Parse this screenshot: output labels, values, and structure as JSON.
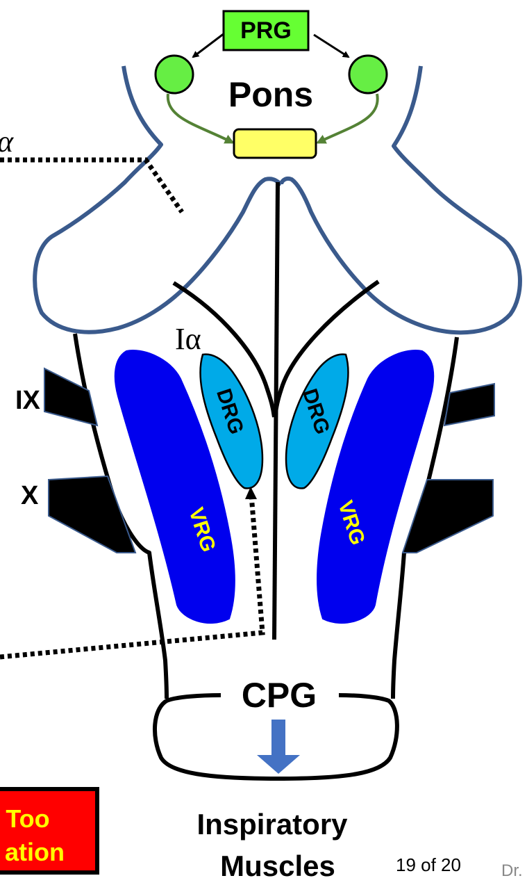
{
  "labels": {
    "prg": "PRG",
    "pons": "Pons",
    "alpha_top": "α",
    "i_alpha": "Iα",
    "nerve_ix": "IX",
    "nerve_x": "X",
    "drg_left": "DRG",
    "drg_right": "DRG",
    "vrg_left": "VRG",
    "vrg_right": "VRG",
    "cpg": "CPG",
    "inspiratory_line1": "Inspiratory",
    "inspiratory_line2": "Muscles"
  },
  "callout": {
    "line1": "Too",
    "line2": "ation"
  },
  "footer": {
    "page_counter": "19 of 20",
    "author": "Dr."
  },
  "colors": {
    "outline_blue": "#3A5A8C",
    "prg_green": "#66FF33",
    "pons_green": "#66EE44",
    "arrow_green": "#548235",
    "yellow_box": "#FFFF66",
    "drg_cyan": "#00AAE8",
    "vrg_blue": "#0000EE",
    "vrg_text": "#FFFF00",
    "cpg_arrow": "#4472C4",
    "callout_red": "#FF0000",
    "callout_text": "#FFFF00"
  }
}
